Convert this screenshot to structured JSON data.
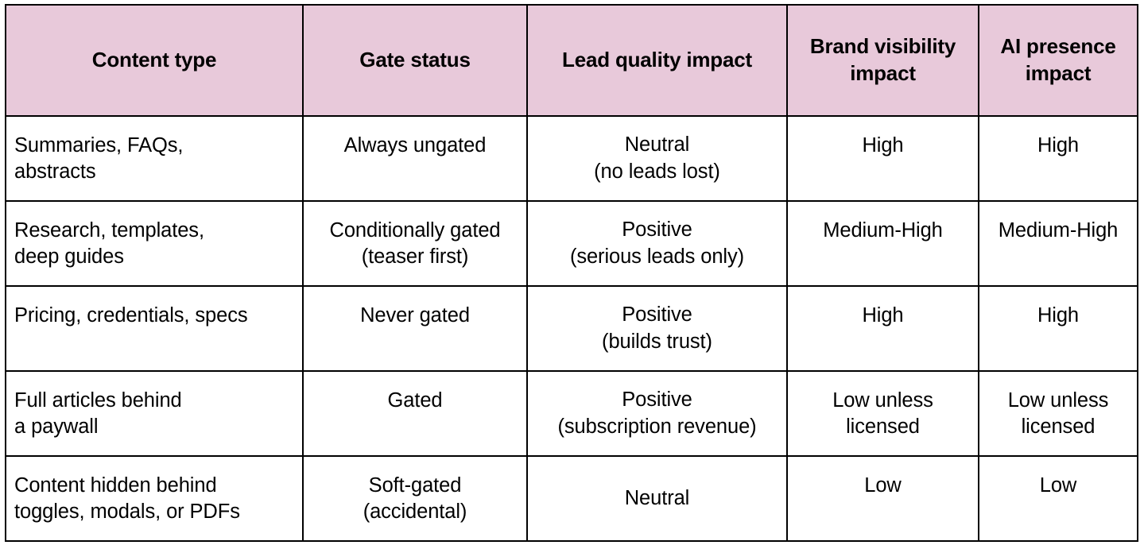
{
  "table": {
    "headers": [
      {
        "label": "Content type",
        "name": "content-type"
      },
      {
        "label": "Gate status",
        "name": "gate-status"
      },
      {
        "label": "Lead quality impact",
        "name": "lead-quality-impact"
      },
      {
        "label": "Brand visibility\nimpact",
        "line1": "Brand visibility",
        "line2": "impact",
        "name": "brand-visibility-impact"
      },
      {
        "label": "AI presence\nimpact",
        "line1": "AI presence",
        "line2": "impact",
        "name": "ai-presence-impact"
      }
    ],
    "header_bg": "#e8c9da",
    "border_color": "#000000",
    "rows": [
      {
        "content_type_line1": "Summaries, FAQs,",
        "content_type_line2": "abstracts",
        "gate_status_line1": "Always ungated",
        "gate_status_line2": "",
        "lead_quality_line1": "Neutral",
        "lead_quality_line2": "(no leads lost)",
        "brand_visibility_line1": "High",
        "brand_visibility_line2": "",
        "ai_presence_line1": "High",
        "ai_presence_line2": ""
      },
      {
        "content_type_line1": "Research, templates,",
        "content_type_line2": "deep guides",
        "gate_status_line1": "Conditionally gated",
        "gate_status_line2": "(teaser first)",
        "lead_quality_line1": "Positive",
        "lead_quality_line2": "(serious leads only)",
        "brand_visibility_line1": "Medium-High",
        "brand_visibility_line2": "",
        "ai_presence_line1": "Medium-High",
        "ai_presence_line2": ""
      },
      {
        "content_type_line1": "Pricing, credentials, specs",
        "content_type_line2": "",
        "gate_status_line1": "Never gated",
        "gate_status_line2": "",
        "lead_quality_line1": "Positive",
        "lead_quality_line2": "(builds trust)",
        "brand_visibility_line1": "High",
        "brand_visibility_line2": "",
        "ai_presence_line1": "High",
        "ai_presence_line2": ""
      },
      {
        "content_type_line1": "Full articles behind",
        "content_type_line2": "a paywall",
        "gate_status_line1": "Gated",
        "gate_status_line2": "",
        "lead_quality_line1": "Positive",
        "lead_quality_line2": "(subscription revenue)",
        "brand_visibility_line1": "Low unless",
        "brand_visibility_line2": "licensed",
        "ai_presence_line1": "Low unless",
        "ai_presence_line2": "licensed"
      },
      {
        "content_type_line1": "Content hidden behind",
        "content_type_line2": "toggles, modals, or PDFs",
        "gate_status_line1": "Soft-gated",
        "gate_status_line2": "(accidental)",
        "lead_quality_line1": "Neutral",
        "lead_quality_line2": "",
        "brand_visibility_line1": "Low",
        "brand_visibility_line2": "",
        "ai_presence_line1": "Low",
        "ai_presence_line2": ""
      }
    ]
  }
}
